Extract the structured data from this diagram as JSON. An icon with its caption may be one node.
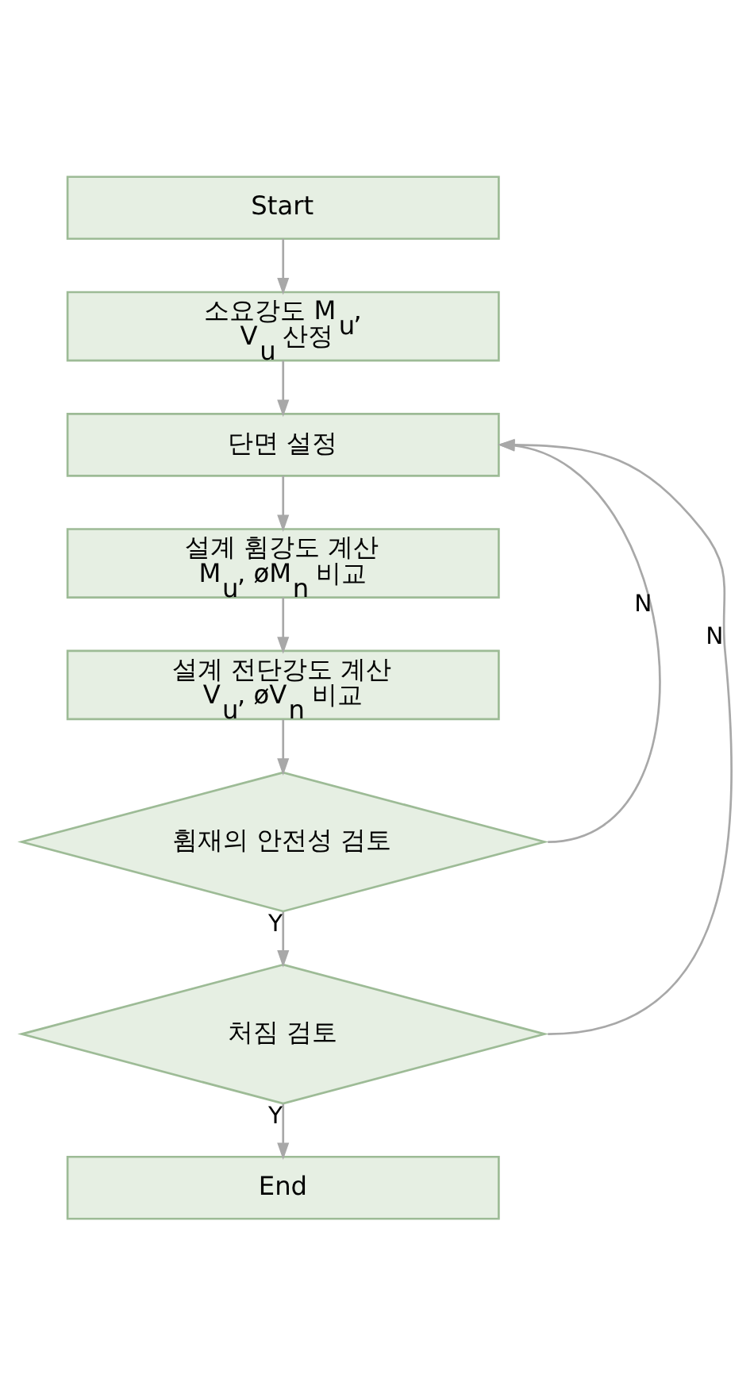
{
  "diagram": {
    "nodes": [
      {
        "text": [
          "Start"
        ]
      },
      {
        "text": [
          "소요강도 M$_{u}$,  V$_{u}$ 산정"
        ]
      },
      {
        "text": [
          "단면 설정"
        ]
      },
      {
        "text": [
          "설계 휨강도 계산 M$_{u}$, øM$_{n}$ 비교"
        ]
      },
      {
        "text": [
          "설계 전단강도 계산 V$_{u}$, øV$_{n}$ 비교"
        ]
      },
      {
        "text": [
          "휨재의 안전성 검토"
        ]
      },
      {
        "text": [
          "처짐 검토"
        ]
      },
      {
        "text": [
          "End"
        ]
      }
    ],
    "edges": [
      {
        "from": 0,
        "to": 1,
        "arrow": "to"
      },
      {
        "from": 1,
        "to": 2,
        "arrow": "to"
      },
      {
        "from": 2,
        "to": 3,
        "arrow": "to"
      },
      {
        "from": 3,
        "to": 4,
        "arrow": "to"
      },
      {
        "from": 4,
        "to": 5,
        "arrow": "to"
      },
      {
        "from": 5,
        "to": 6,
        "arrow": "to",
        "label": "Y"
      },
      {
        "from": 6,
        "to": 7,
        "arrow": "to",
        "label": "Y"
      },
      {
        "from": 5,
        "to": 2,
        "arrow": "to",
        "label": "N"
      },
      {
        "from": 6,
        "to": 2,
        "arrow": "to",
        "label": "N"
      }
    ]
  }
}
